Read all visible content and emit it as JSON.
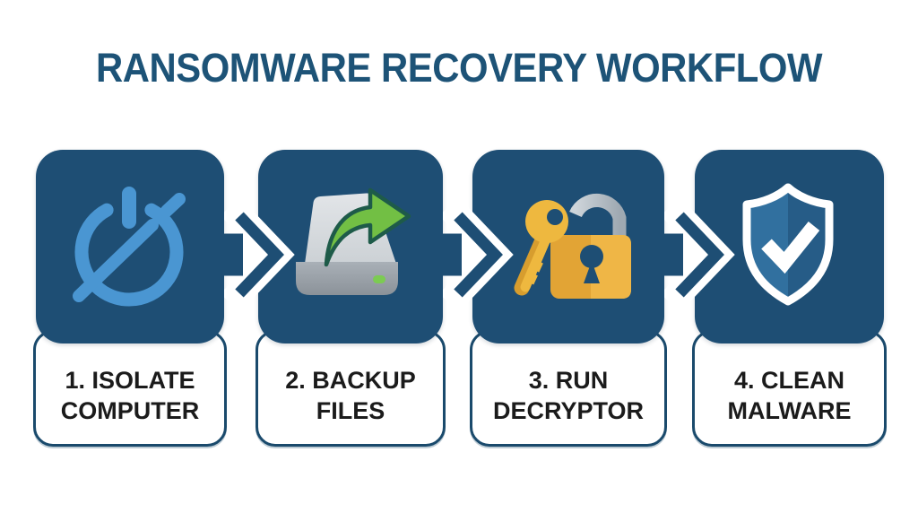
{
  "title": "RANSOMWARE RECOVERY WORKFLOW",
  "steps": [
    {
      "line1": "1. ISOLATE",
      "line2": "COMPUTER",
      "icon": "power-off-icon"
    },
    {
      "line1": "2. BACKUP",
      "line2": "FILES",
      "icon": "drive-backup-icon"
    },
    {
      "line1": "3. RUN",
      "line2": "DECRYPTOR",
      "icon": "key-unlock-icon"
    },
    {
      "line1": "4. CLEAN",
      "line2": "MALWARE",
      "icon": "shield-check-icon"
    }
  ],
  "colors": {
    "panel_navy": "#1e4e74",
    "card_border_navy": "#1a4a6c",
    "title_blue": "#1d5377",
    "label_text": "#1b1b1b",
    "power_blue": "#4a96d2",
    "drive_gray_top": "#d6dadd",
    "drive_gray_band": "#99a1a8",
    "led_green": "#7ccb52",
    "backup_arrow_green": "#72bf44",
    "backup_arrow_outline": "#1e5b49",
    "key_gold": "#eeb83f",
    "key_gold_shade": "#d79d2e",
    "lock_gold": "#e2a435",
    "lock_gold_light": "#efb646",
    "shackle_gray_light": "#ced5da",
    "shackle_gray_dark": "#9fa9b2",
    "shield_left_blue": "#31709f",
    "shield_right_blue": "#265c87",
    "background": "#ffffff"
  }
}
